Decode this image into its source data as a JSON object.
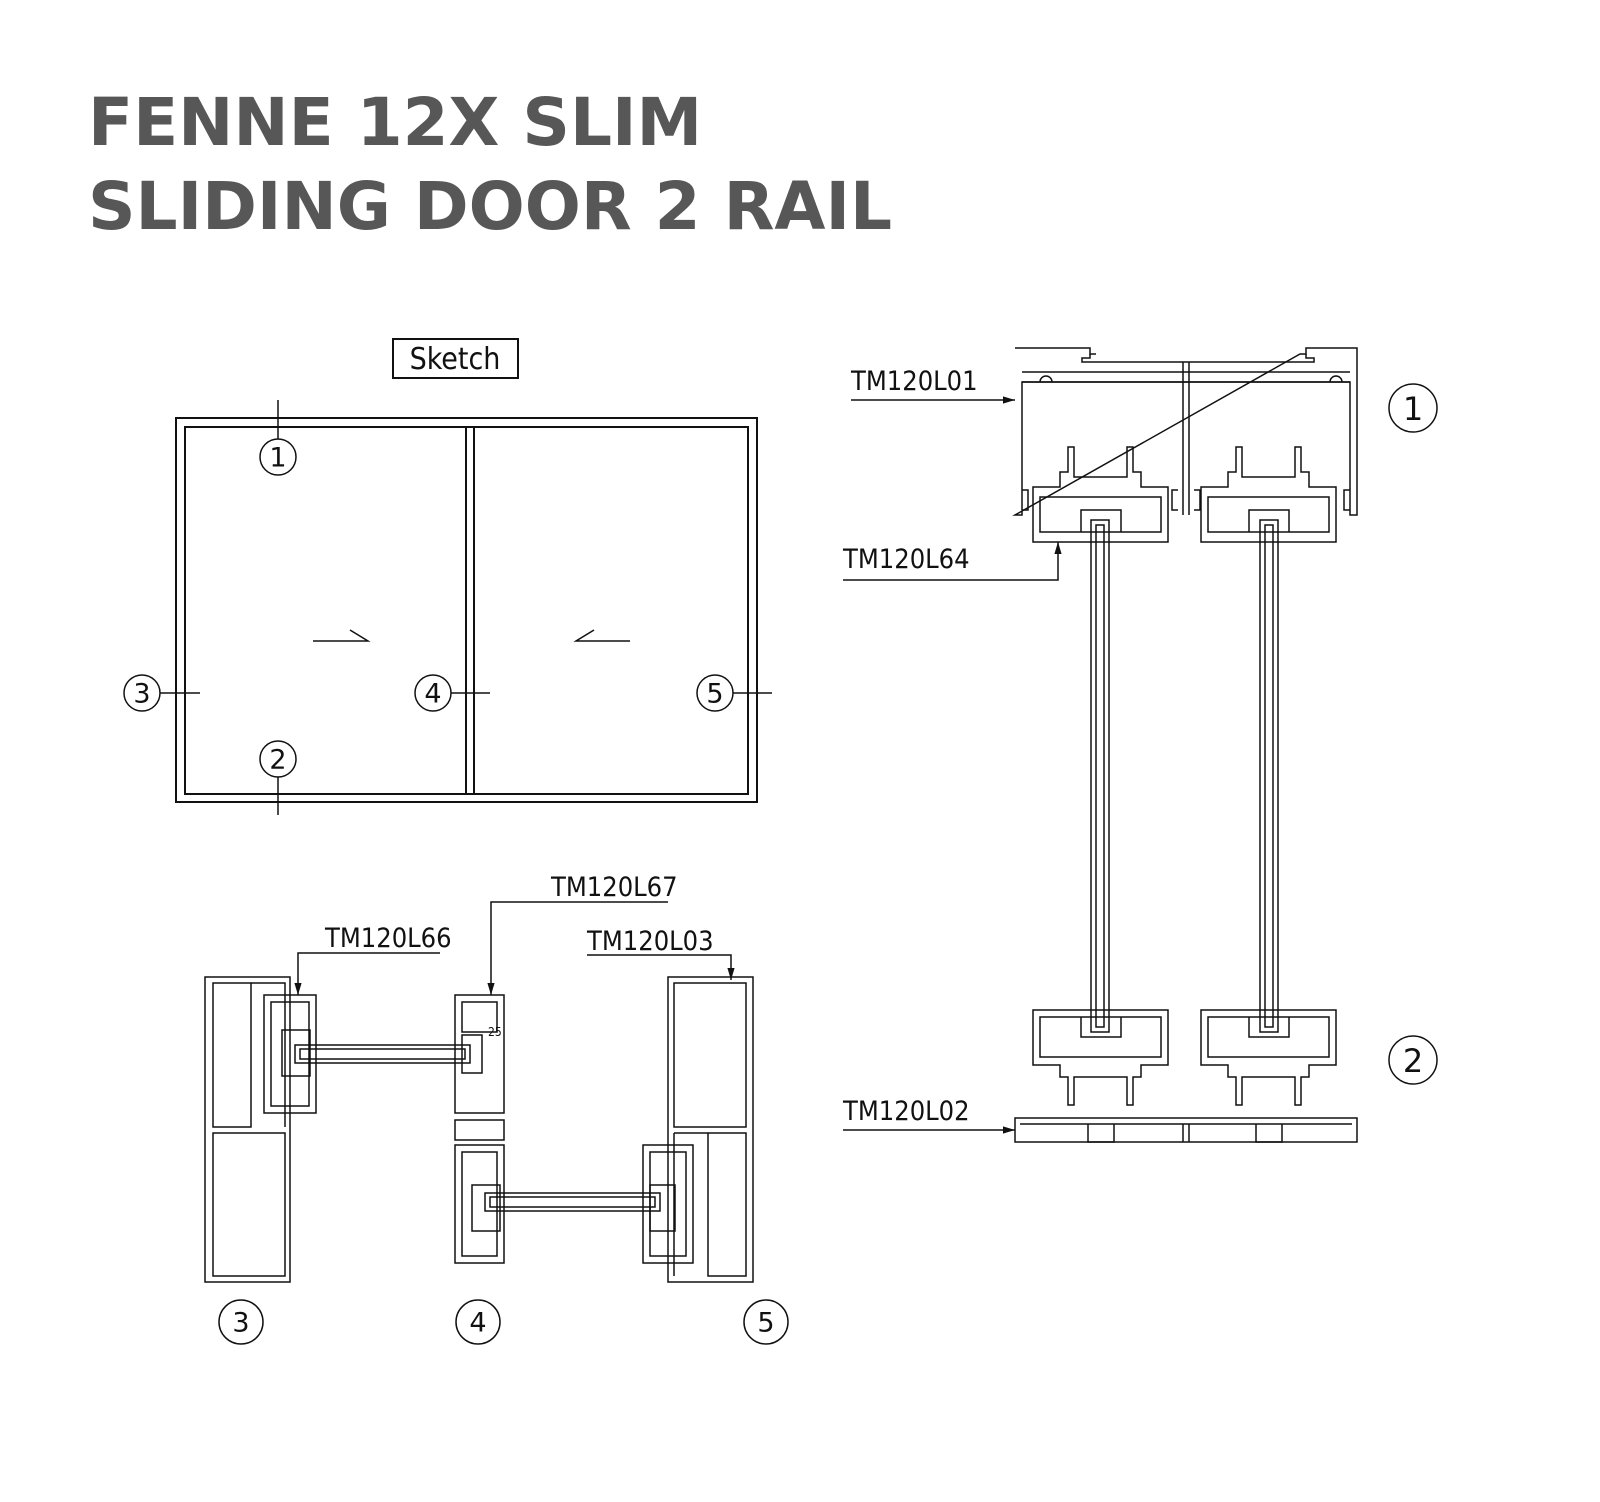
{
  "title": {
    "line1": "FENNE 12X SLIM",
    "line2": "SLIDING DOOR 2 RAIL"
  },
  "sketch": {
    "label": "Sketch",
    "callouts": [
      "1",
      "2",
      "3",
      "4",
      "5"
    ]
  },
  "vertical_section": {
    "labels": {
      "head": "TM120L01",
      "sash": "TM120L64",
      "sill": "TM120L02"
    },
    "callouts": [
      "1",
      "2"
    ]
  },
  "horizontal_section": {
    "labels": {
      "jamb_sash": "TM120L66",
      "interlock": "TM120L67",
      "jamb": "TM120L03"
    },
    "dimension": "25",
    "callouts": [
      "3",
      "4",
      "5"
    ]
  }
}
